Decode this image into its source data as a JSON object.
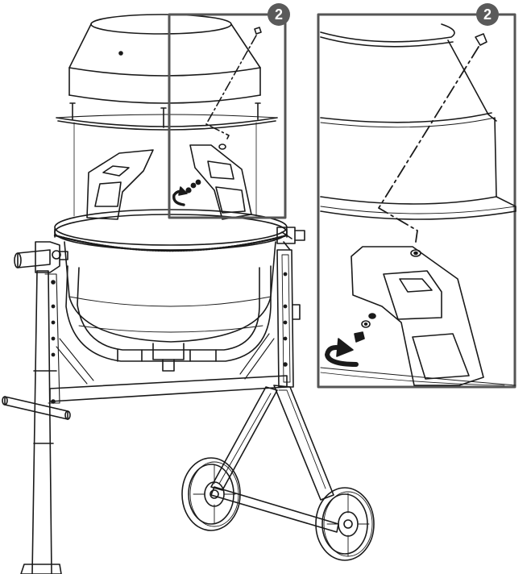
{
  "step_badges": [
    {
      "id": "main",
      "label": "2"
    },
    {
      "id": "detail",
      "label": "2"
    }
  ],
  "colors": {
    "line": "#1a1a1a",
    "badge_fill": "#5a5a5a",
    "badge_text": "#ffffff",
    "paper": "#ffffff"
  },
  "icons": [
    "rotation-arrow-icon",
    "bolt-icon",
    "washer-icon",
    "nut-icon"
  ]
}
